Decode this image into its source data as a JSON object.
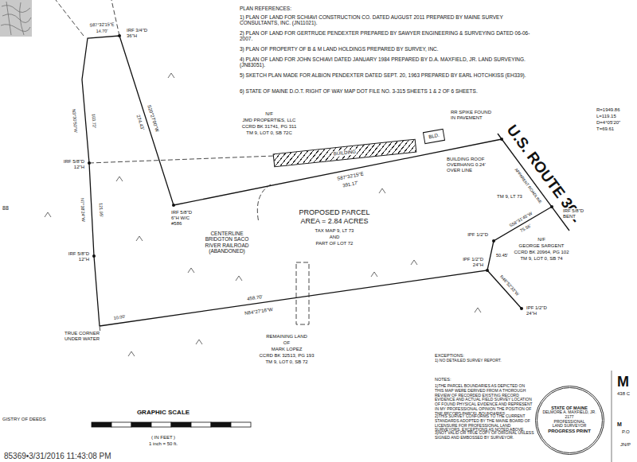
{
  "diagram": {
    "nodes": [
      {
        "text": [
          "BUILDING"
        ]
      },
      {
        "text": [
          "BLD."
        ]
      },
      {
        "text": [
          "STATE OF MAINE",
          "DELMORE A. MAXFIELD, JR.",
          "2177",
          "PROFESSIONAL",
          "LAND SURVEYOR",
          "PROGRESS PRINT"
        ]
      }
    ],
    "labels": [
      "PLAN REFERENCES:",
      "1) PLAN OF LAND FOR SCHIAVI CONSTRUCTION CO. DATED AUGUST 2011 PREPARED BY MAINE SURVEY CONSULTANTS, INC. (JN11021).",
      "2) PLAN OF LAND FOR GERTRUDE PENDEXTER PREPARED BY SAWYER ENGINEERING & SURVEYING DATED 06-06-2007.",
      "3) PLAN OF PROPERTY OF B & M LAND HOLDINGS PREPARED BY SURVEY, INC.",
      "4) PLAN OF LAND FOR JOHN SCHIAVI DATED JANUARY 1984 PREPARED BY D.A. MAXFIELD, JR. LAND SURVEYING. (JN83051).",
      "5) SKETCH PLAN MADE FOR ALBION PENDEXTER DATED SEPT. 20, 1963 PREPARED BY EARL HOTCHKISS (EH339).",
      "6) STATE OF MAINE D.O.T. RIGHT OF WAY MAP DOT FILE NO. 3-315 SHEETS 1 & 2 OF 6 SHEETS.",
      "U.S. ROUTE 302",
      "R=1949.86",
      "L=119.15",
      "D=4°05'20\"",
      "T=69.61",
      "APPARENT ROADLINE",
      "RR SPIKE FOUND IN PAVEMENT",
      "BUILDING ROOF OVERHANG 0.24' OVER LINE",
      "N/F",
      "JMD PROPERTIES, LLC",
      "CCRD BK 31741, PG 311",
      "TM 9, LOT 0, SB 72C",
      "S87°32'15\"E",
      "391.17'",
      "S87°32'15\"E",
      "14.70'",
      "IRF 3/4\"D 36\"H",
      "S20°27'00\"W",
      "274.43'",
      "N3°30'50\"W",
      "103.72'",
      "N7°38'24\"W",
      "121.95'",
      "IRF 5/8\"D 12\"H",
      "IRF 5/8\"D 12\"H",
      "IRF 5/8\"D 6\"H W/C #586",
      "CENTERLINE BRIDGTON SACO RIVER RAILROAD (ABANDONED)",
      "PROPOSED PARCEL",
      "AREA = 2.84 ACRES",
      "TAX MAP 9, LT 73",
      "AND",
      "PART OF LOT 72",
      "TM 9, LT 73",
      "IRF 5/8\"D BENT",
      "S58°31'45\"W",
      "75.56'",
      "IPF 1/2\"D",
      "N/F",
      "GEORGE SARGENT",
      "CCRD BK 20964, PG 102",
      "TM 9, LOT 0, SB 74",
      "50.45'",
      "IPF 1/2\"D 24\"H",
      "N46°52'33\"W",
      "IPF 1/2\"D 24\"H",
      "458.70'",
      "N84°27'16\"W",
      "10.00'",
      "TRUE CORNER UNDER WATER",
      "REMAINING LAND",
      "OF",
      "MARK LOPEZ",
      "CCRD BK 32513, PG 193",
      "TM 9, LOT 0, SB 72",
      "EXCEPTIONS:",
      "1) NO DETAILED SURVEY REPORT.",
      "NOTES:",
      "1)THE PARCEL BOUNDARIES AS DEPICTED ON THIS MAP WERE DERIVED FROM A THOROUGH REVIEW OF RECORDED EXISTING RECORD EVIDENCE AND ACTUAL FIELD SURVEY LOCATION OF FOUND PHYSICAL EVIDENCE AND REPRESENT IN MY PROFESSIONAL OPINION THE POSITION OF THE RECORD PARCEL BOUNDARIES.",
      "2)THIS SURVEY CONFORMS TO THE CURRENT STANDARDS ADOPTED BY THE MAINE BOARD OF LICENSURE FOR PROFESSIONAL LAND SURVEYORS, EXCEPTIONS AS NOTED ABOVE.",
      "3)NOT VALID OR TRUE COPY OF ORIGINAL UNLESS SIGNED AND EMBOSSED BY SURVEYOR.",
      "GRAPHIC SCALE",
      "( IN FEET )",
      "1 inch = 50 ft.",
      "GISTRY OF DEEDS",
      "88",
      "M",
      "438 C",
      "M",
      "P.O",
      "JN/P",
      "85369•3/31/2016 11:43:08 PM"
    ]
  }
}
